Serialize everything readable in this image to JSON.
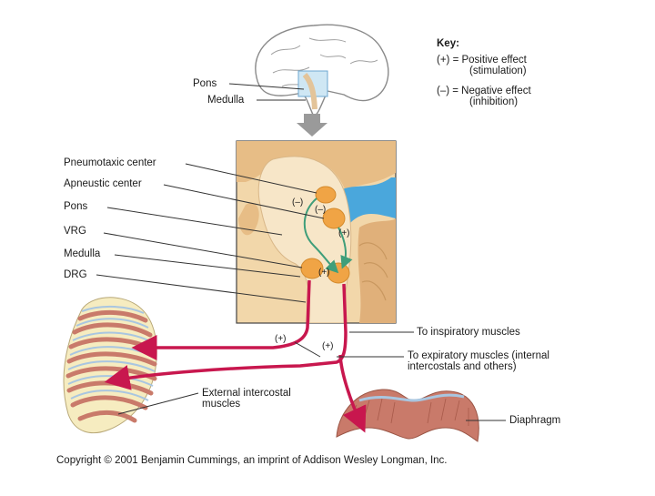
{
  "key": {
    "title": "Key:",
    "positive_symbol": "(+) = Positive effect",
    "positive_desc": "(stimulation)",
    "negative_symbol": "(–) = Negative effect",
    "negative_desc": "(inhibition)"
  },
  "brain_labels": {
    "pons": "Pons",
    "medulla": "Medulla"
  },
  "brainstem_labels": {
    "pneumotaxic": "Pneumotaxic center",
    "apneustic": "Apneustic center",
    "pons": "Pons",
    "vrg": "VRG",
    "medulla": "Medulla",
    "drg": "DRG"
  },
  "effect_marks": {
    "minus_1": "(–)",
    "minus_2": "(–)",
    "plus_center": "(+)",
    "plus_drg": "(+)",
    "plus_left": "(+)",
    "plus_right": "(+)"
  },
  "muscle_labels": {
    "inspiratory": "To inspiratory muscles",
    "expiratory_1": "To expiratory muscles (internal",
    "expiratory_2": "intercostals and others)",
    "external_1": "External intercostal",
    "external_2": "muscles",
    "diaphragm": "Diaphragm"
  },
  "copyright": "Copyright © 2001 Benjamin Cummings, an imprint of Addison Wesley Longman, Inc.",
  "colors": {
    "nerve": "#c8174e",
    "green_arrow": "#3f9e7a",
    "nucleus": "#f0a445",
    "tissue": "#f3dcb4",
    "tissue_dark": "#e8c08c",
    "csf": "#4aa7dc",
    "muscle_red": "#c97a6a",
    "bone": "#f6ecc0"
  }
}
